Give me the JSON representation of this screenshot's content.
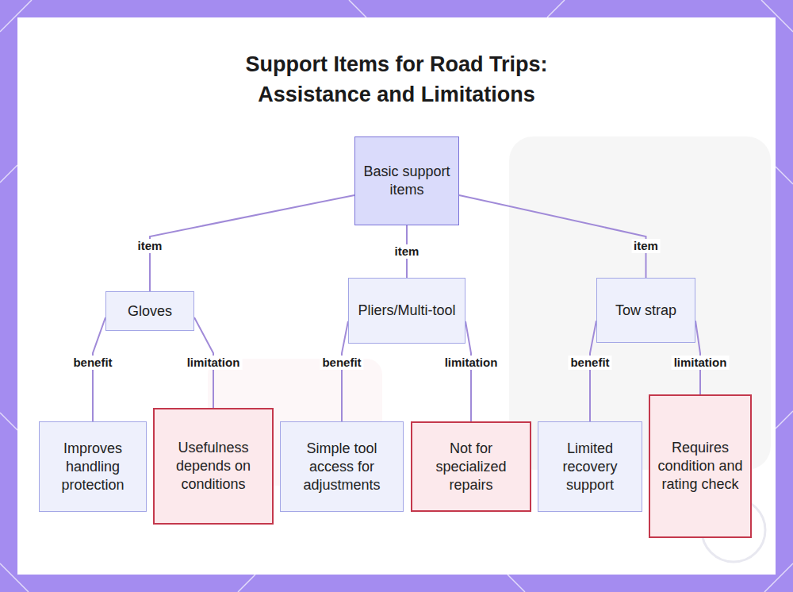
{
  "diagram": {
    "title": "Support Items for Road Trips: Assistance and Limitations",
    "nodes": [
      {
        "text": [
          "Basic support items"
        ]
      },
      {
        "text": [
          "Gloves"
        ]
      },
      {
        "text": [
          "Pliers/Multi-tool"
        ]
      },
      {
        "text": [
          "Tow strap"
        ]
      },
      {
        "text": [
          "Improves handling protection"
        ]
      },
      {
        "text": [
          "Usefulness depends on conditions"
        ]
      },
      {
        "text": [
          "Simple tool access for adjustments"
        ]
      },
      {
        "text": [
          "Not for specialized repairs"
        ]
      },
      {
        "text": [
          "Limited recovery support"
        ]
      },
      {
        "text": [
          "Requires condition and rating check"
        ]
      }
    ],
    "edges": [
      {
        "from": 0,
        "to": 1,
        "label": "item",
        "arrow": "none"
      },
      {
        "from": 0,
        "to": 2,
        "label": "item",
        "arrow": "none"
      },
      {
        "from": 0,
        "to": 3,
        "label": "item",
        "arrow": "none"
      },
      {
        "from": 1,
        "to": 4,
        "label": "benefit",
        "arrow": "none"
      },
      {
        "from": 1,
        "to": 5,
        "label": "limitation",
        "arrow": "none"
      },
      {
        "from": 2,
        "to": 6,
        "label": "benefit",
        "arrow": "none"
      },
      {
        "from": 2,
        "to": 7,
        "label": "limitation",
        "arrow": "none"
      },
      {
        "from": 3,
        "to": 8,
        "label": "benefit",
        "arrow": "none"
      },
      {
        "from": 3,
        "to": 9,
        "label": "limitation",
        "arrow": "none"
      }
    ]
  }
}
